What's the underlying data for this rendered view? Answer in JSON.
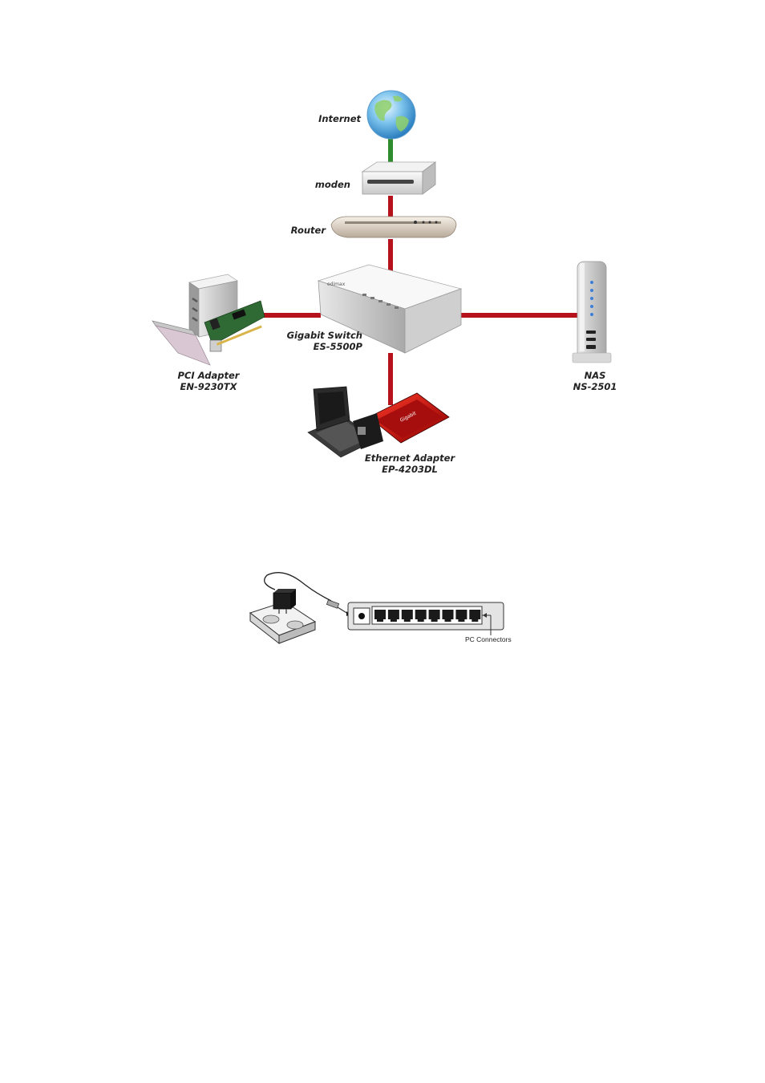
{
  "topology": {
    "internet": {
      "label": "Internet"
    },
    "modem": {
      "label": "moden"
    },
    "router": {
      "label": "Router"
    },
    "switch": {
      "line1": "Gigabit Switch",
      "line2": "ES-5500P"
    },
    "pci": {
      "line1": "PCI Adapter",
      "line2": "EN-9230TX"
    },
    "nas": {
      "line1": "NAS",
      "line2": "NS-2501"
    },
    "ethernet": {
      "line1": "Ethernet Adapter",
      "line2": "EP-4203DL"
    },
    "colors": {
      "uplink": "#2e8b2e",
      "lan": "#b5121b"
    }
  },
  "power": {
    "connector_label": "PC Connectors",
    "port_count": 8
  }
}
